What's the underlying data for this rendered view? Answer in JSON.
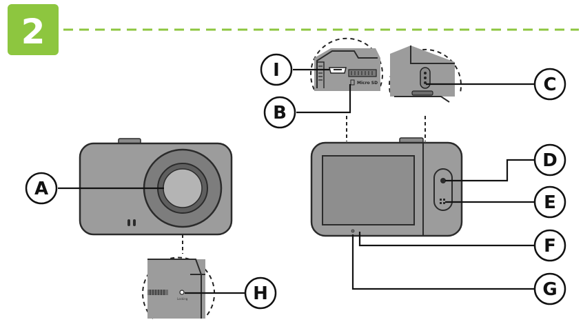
{
  "step": {
    "number": "2",
    "badge_color": "#8dc63f",
    "divider_color": "#8dc63f"
  },
  "colors": {
    "body": "#9c9c9c",
    "body_dark": "#6f6f6f",
    "outline": "#2b2b2b",
    "screen": "#8e8e8e",
    "lens_ring": "#7d7d7d",
    "lens_glass": "#b4b4b4"
  },
  "callouts": {
    "A": "A",
    "B": "B",
    "C": "C",
    "D": "D",
    "E": "E",
    "F": "F",
    "G": "G",
    "H": "H",
    "I": "I"
  },
  "detail_labels": {
    "micro_sd": "Micro SD",
    "reset": "Locking"
  },
  "icons": [
    "step-number-badge",
    "front-camera-view",
    "back-camera-view",
    "usb-port-icon",
    "sd-slot-icon",
    "side-button-icon",
    "reset-hole-icon"
  ]
}
